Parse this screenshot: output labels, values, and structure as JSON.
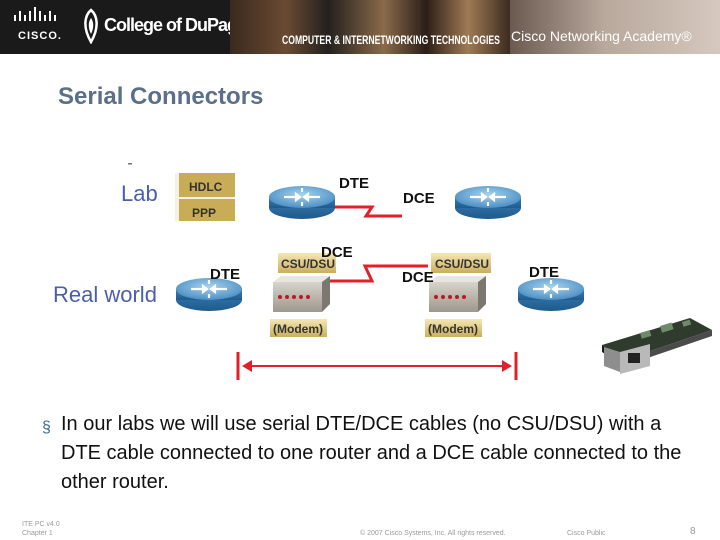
{
  "header": {
    "cisco_word": "CISCO.",
    "college_name": "College of DuPage",
    "banner_caption": "COMPUTER & INTERNETWORKING TECHNOLOGIES",
    "academy_name": "Cisco Networking Academy®"
  },
  "title": "Serial Connectors",
  "diagram": {
    "lab_label": "Lab",
    "real_world_label": "Real world",
    "protocols": [
      "HDLC",
      "PPP"
    ],
    "lab_dte": "DTE",
    "lab_dce": "DCE",
    "rw_dte_left": "DTE",
    "rw_dce_left": "DCE",
    "rw_dce_right": "DCE",
    "rw_dte_right": "DTE",
    "csu_dsu_left": "CSU/DSU",
    "csu_dsu_right": "CSU/DSU",
    "modem_left": "(Modem)",
    "modem_right": "(Modem)"
  },
  "bullet": "In our labs we will use serial DTE/DCE cables (no CSU/DSU) with a DTE cable connected to one router and a DCE cable connected to the other router.",
  "footer": {
    "course": "ITE PC v4.0",
    "chapter": "Chapter 1",
    "copyright": "© 2007 Cisco Systems, Inc. All rights reserved.",
    "classification": "Cisco Public",
    "page": "8"
  }
}
